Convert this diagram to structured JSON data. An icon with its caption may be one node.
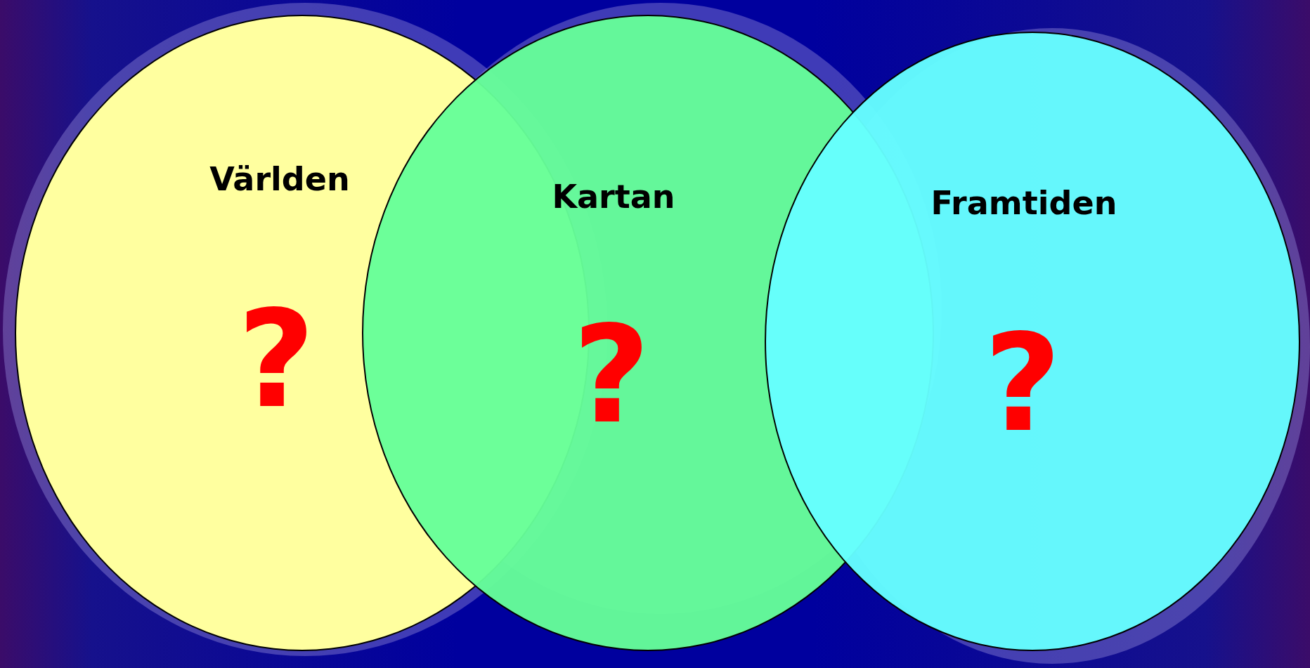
{
  "diagram": {
    "nodes": [
      {
        "text": [
          "Världen",
          "?"
        ]
      },
      {
        "text": [
          "Kartan",
          "?"
        ]
      },
      {
        "text": [
          "Framtiden",
          "?"
        ]
      }
    ]
  }
}
